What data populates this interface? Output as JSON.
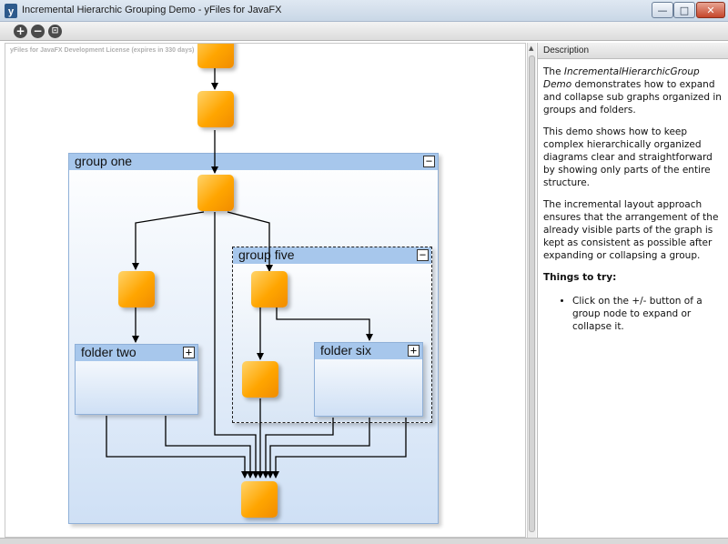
{
  "window": {
    "title": "Incremental Hierarchic Grouping Demo - yFiles for JavaFX",
    "minimize_glyph": "—",
    "maximize_glyph": "□",
    "close_glyph": "✕"
  },
  "toolbar": {
    "zoom_in_icon": "+",
    "zoom_out_icon": "−",
    "fit_icon": "⊡"
  },
  "canvas": {
    "license_text": "yFiles for JavaFX Development License (expires in 330 days)",
    "groups": {
      "group_one": {
        "label": "group one",
        "toggle": "−"
      },
      "group_five": {
        "label": "group five",
        "toggle": "−"
      },
      "folder_two": {
        "label": "folder two",
        "toggle": "+"
      },
      "folder_six": {
        "label": "folder six",
        "toggle": "+"
      }
    },
    "colors": {
      "node": "#ffa500",
      "group_header": "#a7c7ec",
      "edge": "#000000"
    }
  },
  "description": {
    "header": "Description",
    "p1_pre": "The ",
    "p1_em": "IncrementalHierarchicGroup Demo",
    "p1_post": " demonstrates how to expand and collapse sub graphs organized in groups and folders.",
    "p2": "This demo shows how to keep complex hierarchically organized diagrams clear and straightforward by showing only parts of the entire structure.",
    "p3": "The incremental layout approach ensures that the arrangement of the already visible parts of the graph is kept as consistent as possible after expanding or collapsing a group.",
    "things_title": "Things to try:",
    "bullet1": "Click on the +/- button of a group node to expand or collapse it."
  }
}
